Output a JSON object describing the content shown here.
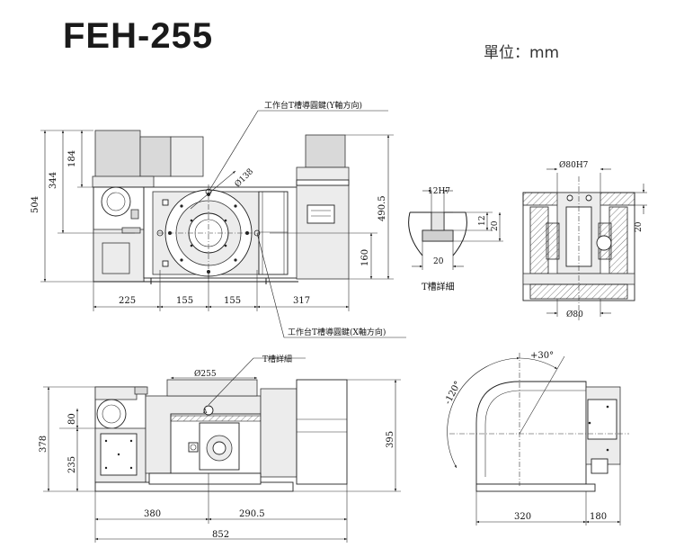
{
  "title": "FEH-255",
  "unit_label": "單位：mm",
  "labels": {
    "y_axis_key": "工作台T槽導圓鍵(Y軸方向)",
    "x_axis_key": "工作台T槽導圓鍵(X軸方向)",
    "t_slot_detail_side": "T槽詳細",
    "t_slot_detail_front": "T槽詳細"
  },
  "dims_top": {
    "d504": "504",
    "d344": "344",
    "d184": "184",
    "d490_5": "490.5",
    "d160": "160",
    "d225": "225",
    "d155a": "155",
    "d155b": "155",
    "d317": "317",
    "d_phi138": "Ø138"
  },
  "dims_tslot": {
    "w12h7": "12H7",
    "d12": "12",
    "d20v": "20",
    "d20h": "20"
  },
  "dims_section": {
    "phi80h7": "Ø80H7",
    "d20": "20",
    "phi80": "Ø80"
  },
  "dims_front": {
    "d378": "378",
    "d80": "80",
    "d235": "235",
    "d395": "395",
    "d380": "380",
    "d290_5": "290.5",
    "d852": "852",
    "d_phi255": "Ø255"
  },
  "dims_side": {
    "plus30": "+30°",
    "minus120": "-120°",
    "d320": "320",
    "d180": "180"
  }
}
